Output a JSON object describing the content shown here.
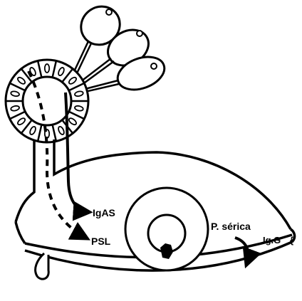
{
  "labels": {
    "igas": "IgAS",
    "psl": "PSL",
    "p_serica": "P. sérica",
    "igg": "Ig.G"
  },
  "colors": {
    "ink": "#000000",
    "paper": "#ffffff"
  }
}
